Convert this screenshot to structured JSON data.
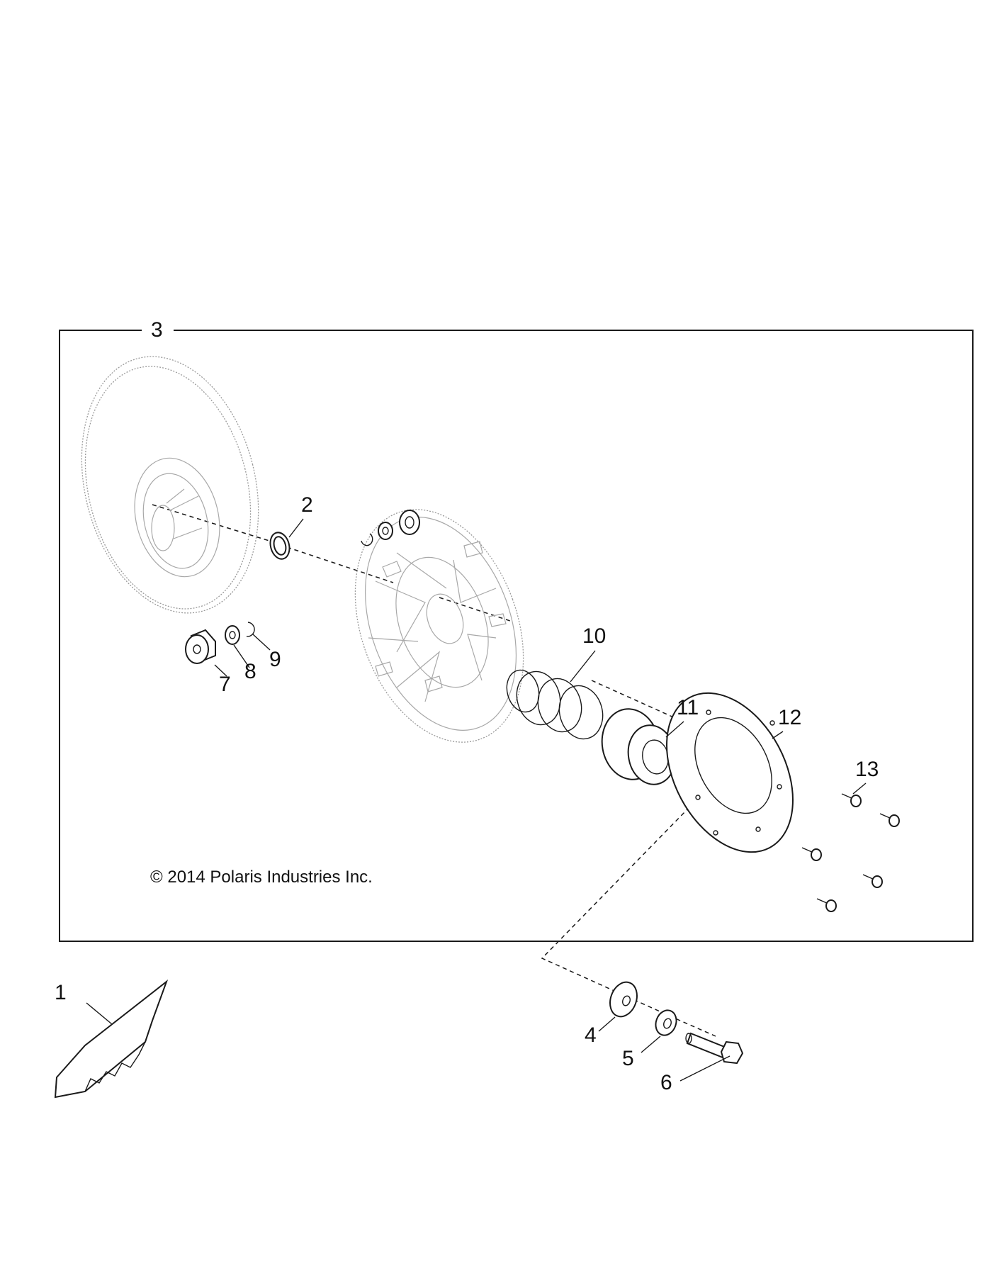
{
  "labels": {
    "belt": "1",
    "washer_top": "2",
    "assembly": "3",
    "washer_large": "4",
    "washer_small": "5",
    "bolt": "6",
    "roller": "7",
    "roller_washer": "8",
    "e_clip": "9",
    "spring": "10",
    "spring_cup": "11",
    "cover_plate": "12",
    "screw": "13"
  },
  "copyright": "© 2014 Polaris Industries Inc."
}
